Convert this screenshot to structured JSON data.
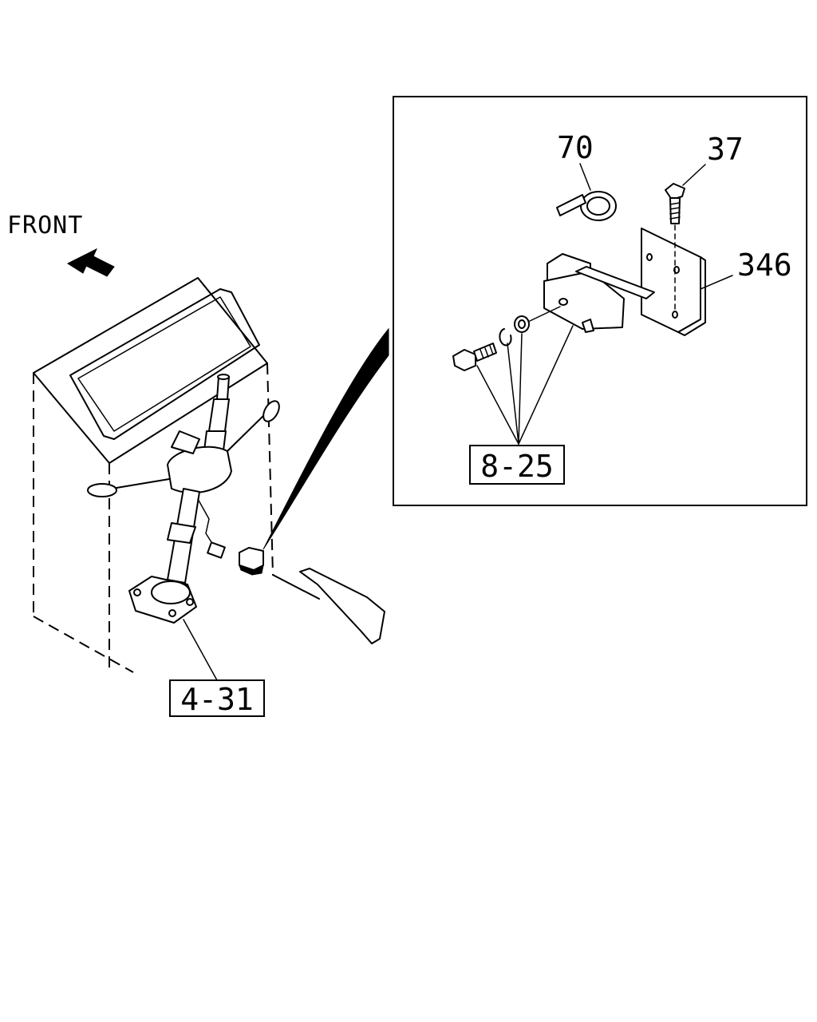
{
  "direction_label": "FRONT",
  "labels": {
    "clip": "70",
    "bolt": "37",
    "bracket": "346",
    "switch_ref": "8-25",
    "column_ref": "4-31"
  },
  "colors": {
    "line": "#000000",
    "background": "#ffffff"
  },
  "icons": {
    "direction_arrow": "arrow-up-left-icon"
  }
}
